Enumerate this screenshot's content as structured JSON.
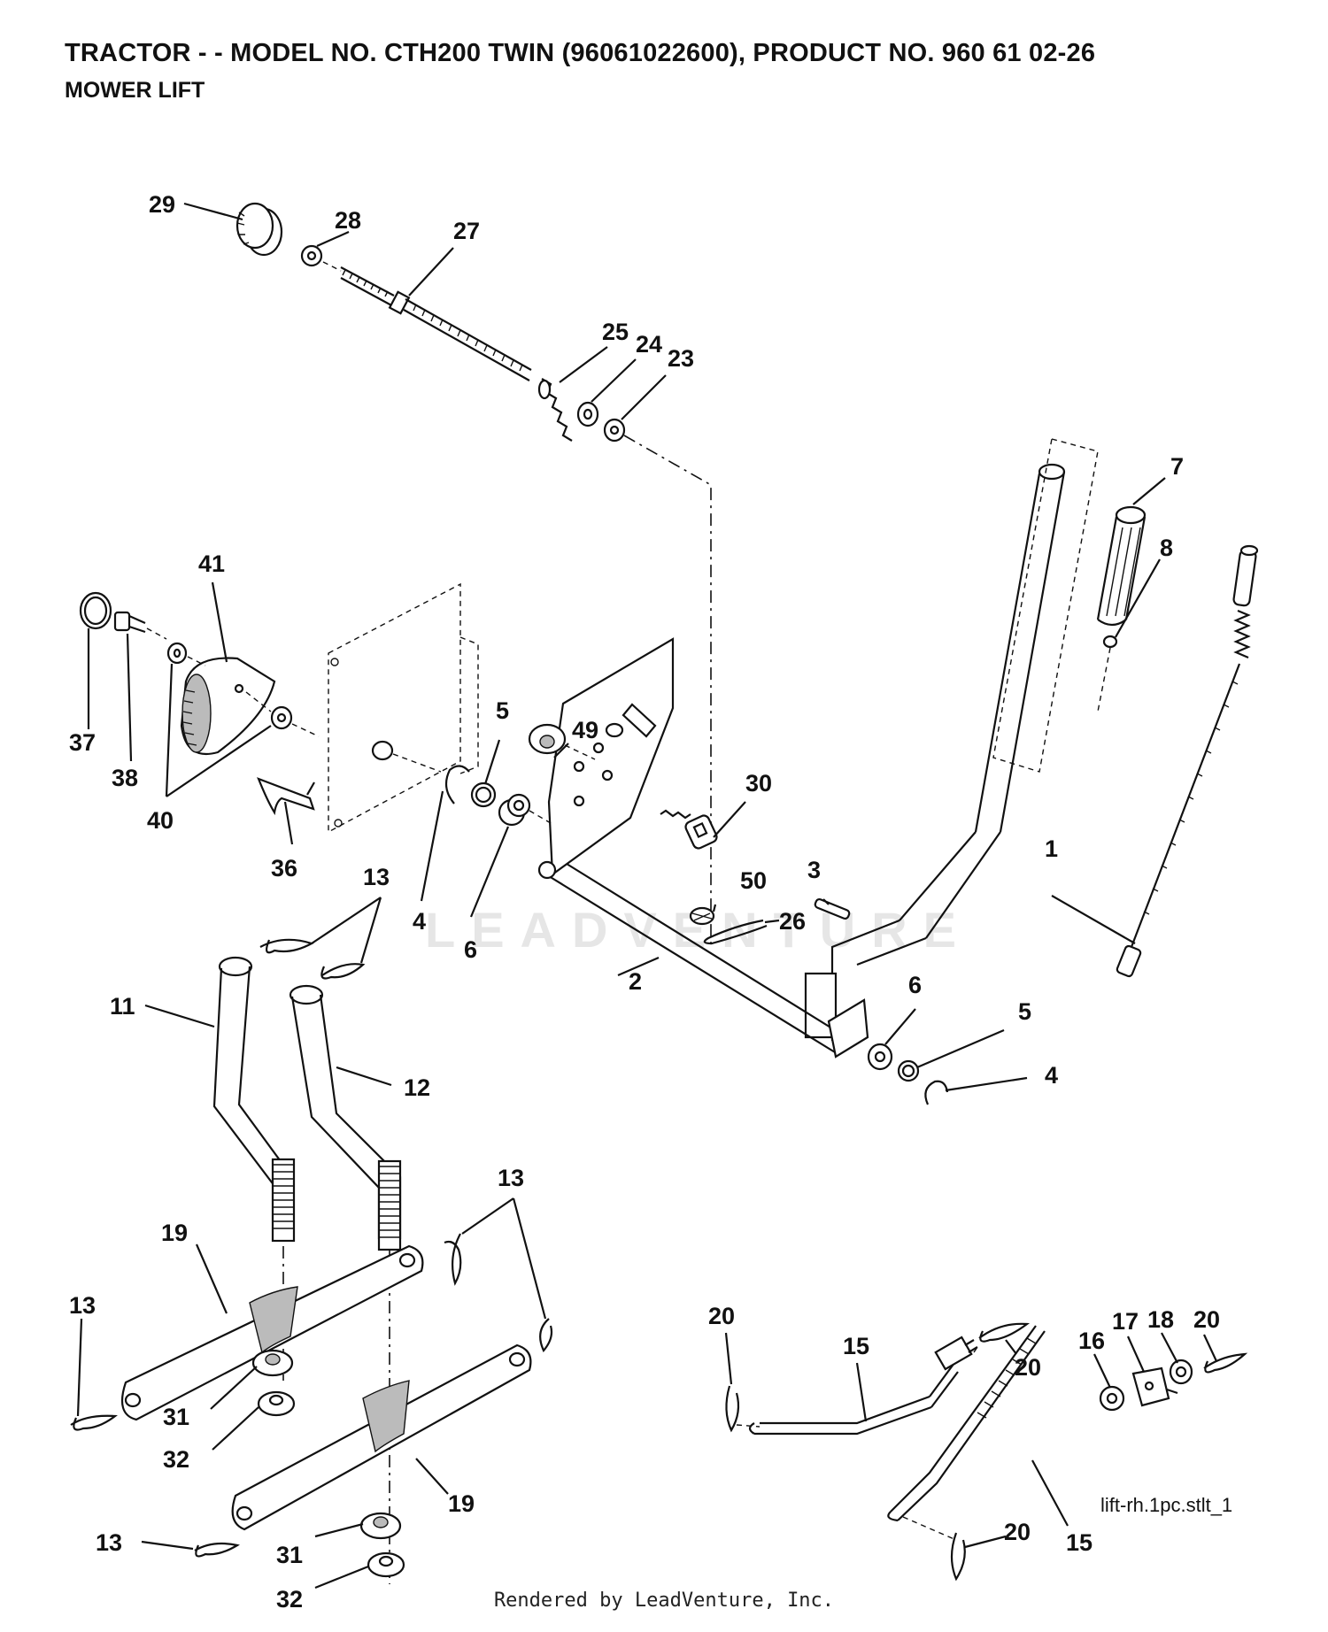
{
  "header": {
    "title": "TRACTOR - - MODEL NO. CTH200 TWIN (96061022600), PRODUCT NO. 960 61 02-26",
    "subtitle": "MOWER LIFT"
  },
  "callouts": [
    {
      "id": "c29",
      "text": "29"
    },
    {
      "id": "c28",
      "text": "28"
    },
    {
      "id": "c27",
      "text": "27"
    },
    {
      "id": "c25",
      "text": "25"
    },
    {
      "id": "c24",
      "text": "24"
    },
    {
      "id": "c23",
      "text": "23"
    },
    {
      "id": "c7",
      "text": "7"
    },
    {
      "id": "c8",
      "text": "8"
    },
    {
      "id": "c41",
      "text": "41"
    },
    {
      "id": "c37",
      "text": "37"
    },
    {
      "id": "c38",
      "text": "38"
    },
    {
      "id": "c40",
      "text": "40"
    },
    {
      "id": "c5a",
      "text": "5"
    },
    {
      "id": "c49",
      "text": "49"
    },
    {
      "id": "c30",
      "text": "30"
    },
    {
      "id": "c1",
      "text": "1"
    },
    {
      "id": "c36",
      "text": "36"
    },
    {
      "id": "c4a",
      "text": "4"
    },
    {
      "id": "c6a",
      "text": "6"
    },
    {
      "id": "c3",
      "text": "3"
    },
    {
      "id": "c50",
      "text": "50"
    },
    {
      "id": "c26",
      "text": "26"
    },
    {
      "id": "c13a",
      "text": "13"
    },
    {
      "id": "c2",
      "text": "2"
    },
    {
      "id": "c6b",
      "text": "6"
    },
    {
      "id": "c5b",
      "text": "5"
    },
    {
      "id": "c4b",
      "text": "4"
    },
    {
      "id": "c11",
      "text": "11"
    },
    {
      "id": "c12",
      "text": "12"
    },
    {
      "id": "c13b",
      "text": "13"
    },
    {
      "id": "c19a",
      "text": "19"
    },
    {
      "id": "c13c",
      "text": "13"
    },
    {
      "id": "c31a",
      "text": "31"
    },
    {
      "id": "c32a",
      "text": "32"
    },
    {
      "id": "c19b",
      "text": "19"
    },
    {
      "id": "c13d",
      "text": "13"
    },
    {
      "id": "c31b",
      "text": "31"
    },
    {
      "id": "c32b",
      "text": "32"
    },
    {
      "id": "c20a",
      "text": "20"
    },
    {
      "id": "c15a",
      "text": "15"
    },
    {
      "id": "c20b",
      "text": "20"
    },
    {
      "id": "c16",
      "text": "16"
    },
    {
      "id": "c17",
      "text": "17"
    },
    {
      "id": "c18",
      "text": "18"
    },
    {
      "id": "c20c",
      "text": "20"
    },
    {
      "id": "c20d",
      "text": "20"
    },
    {
      "id": "c15b",
      "text": "15"
    }
  ],
  "file_code": "lift-rh.1pc.stlt_1",
  "footer": "Rendered by LeadVenture, Inc.",
  "watermark": "LEADVENTURE"
}
